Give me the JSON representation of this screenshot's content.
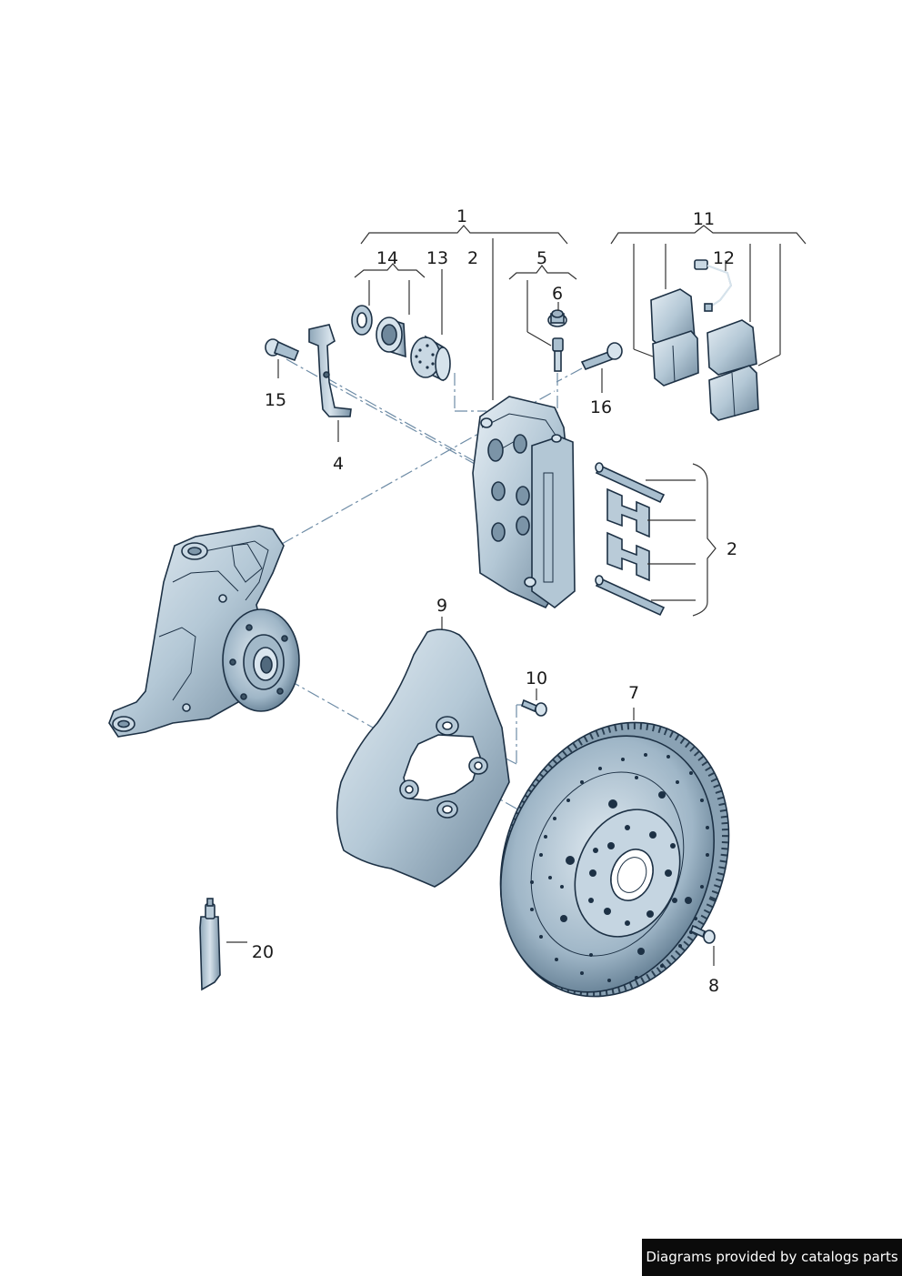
{
  "labels": {
    "l1": "1",
    "l2a": "2",
    "l2b": "2",
    "l4": "4",
    "l5": "5",
    "l6": "6",
    "l7": "7",
    "l8": "8",
    "l9": "9",
    "l10": "10",
    "l11": "11",
    "l12": "12",
    "l13": "13",
    "l14": "14",
    "l15": "15",
    "l16": "16",
    "l20": "20"
  },
  "credit": "Diagrams provided by catalogs parts",
  "colors": {
    "part_fill_light": "#d6e3ec",
    "part_fill_mid": "#a9bfcf",
    "part_fill_dark": "#6d879b",
    "outline": "#1d3145",
    "axis_dash": "#6e8ca6"
  }
}
